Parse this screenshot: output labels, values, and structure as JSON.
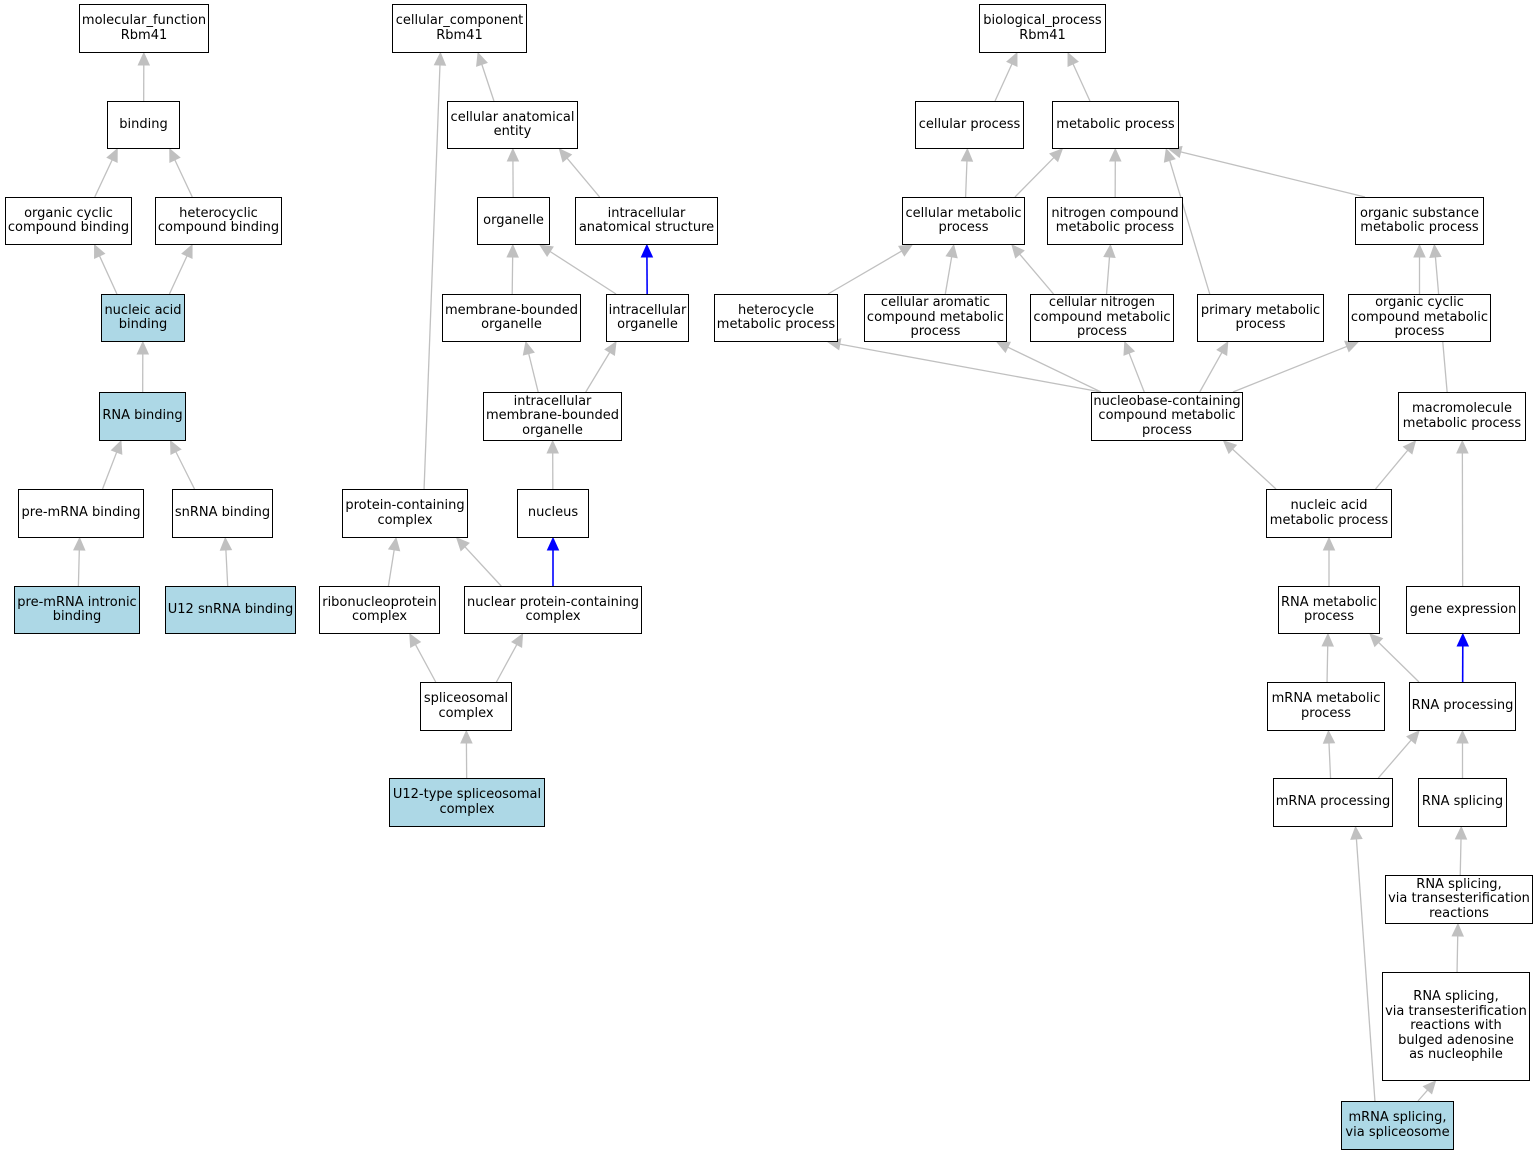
{
  "colors": {
    "edge": "#c0c0c0",
    "edge_part_of": "#0000ff",
    "annotated_fill": "#add8e6",
    "node_fill": "#ffffff",
    "border": "#000000"
  },
  "nodes": [
    {
      "id": "mf_root",
      "label": "molecular_function\nRbm41",
      "annotated": false
    },
    {
      "id": "binding",
      "label": "binding",
      "annotated": false
    },
    {
      "id": "ocb",
      "label": "organic cyclic\ncompound binding",
      "annotated": false
    },
    {
      "id": "hcb",
      "label": "heterocyclic\ncompound binding",
      "annotated": false
    },
    {
      "id": "nab",
      "label": "nucleic acid\nbinding",
      "annotated": true
    },
    {
      "id": "rnab",
      "label": "RNA binding",
      "annotated": true
    },
    {
      "id": "premb",
      "label": "pre-mRNA binding",
      "annotated": false
    },
    {
      "id": "snb",
      "label": "snRNA binding",
      "annotated": false
    },
    {
      "id": "premib",
      "label": "pre-mRNA intronic\nbinding",
      "annotated": true
    },
    {
      "id": "u12b",
      "label": "U12 snRNA binding",
      "annotated": true
    },
    {
      "id": "cc_root",
      "label": "cellular_component\nRbm41",
      "annotated": false
    },
    {
      "id": "cae",
      "label": "cellular anatomical\nentity",
      "annotated": false
    },
    {
      "id": "organelle",
      "label": "organelle",
      "annotated": false
    },
    {
      "id": "ias",
      "label": "intracellular\nanatomical structure",
      "annotated": false
    },
    {
      "id": "mbo",
      "label": "membrane-bounded\norganelle",
      "annotated": false
    },
    {
      "id": "io",
      "label": "intracellular\norganelle",
      "annotated": false
    },
    {
      "id": "imbo",
      "label": "intracellular\nmembrane-bounded\norganelle",
      "annotated": false
    },
    {
      "id": "nucleus",
      "label": "nucleus",
      "annotated": false
    },
    {
      "id": "pcc",
      "label": "protein-containing\ncomplex",
      "annotated": false
    },
    {
      "id": "rnpc",
      "label": "ribonucleoprotein\ncomplex",
      "annotated": false
    },
    {
      "id": "npcc",
      "label": "nuclear protein-containing\ncomplex",
      "annotated": false
    },
    {
      "id": "spc",
      "label": "spliceosomal\ncomplex",
      "annotated": false
    },
    {
      "id": "u12spc",
      "label": "U12-type spliceosomal\ncomplex",
      "annotated": true
    },
    {
      "id": "bp_root",
      "label": "biological_process\nRbm41",
      "annotated": false
    },
    {
      "id": "cp",
      "label": "cellular process",
      "annotated": false
    },
    {
      "id": "mp",
      "label": "metabolic process",
      "annotated": false
    },
    {
      "id": "cmp",
      "label": "cellular metabolic\nprocess",
      "annotated": false
    },
    {
      "id": "ncmp",
      "label": "nitrogen compound\nmetabolic process",
      "annotated": false
    },
    {
      "id": "osmp",
      "label": "organic substance\nmetabolic process",
      "annotated": false
    },
    {
      "id": "hmp",
      "label": "heterocycle\nmetabolic process",
      "annotated": false
    },
    {
      "id": "cacmp",
      "label": "cellular aromatic\ncompound metabolic\nprocess",
      "annotated": false
    },
    {
      "id": "cncmp",
      "label": "cellular nitrogen\ncompound metabolic\nprocess",
      "annotated": false
    },
    {
      "id": "pmp",
      "label": "primary metabolic\nprocess",
      "annotated": false
    },
    {
      "id": "occmp",
      "label": "organic cyclic\ncompound metabolic\nprocess",
      "annotated": false
    },
    {
      "id": "nbcmp",
      "label": "nucleobase-containing\ncompound metabolic\nprocess",
      "annotated": false
    },
    {
      "id": "mmp",
      "label": "macromolecule\nmetabolic process",
      "annotated": false
    },
    {
      "id": "namp",
      "label": "nucleic acid\nmetabolic process",
      "annotated": false
    },
    {
      "id": "rnamp",
      "label": "RNA metabolic\nprocess",
      "annotated": false
    },
    {
      "id": "ge",
      "label": "gene expression",
      "annotated": false
    },
    {
      "id": "mrnamp",
      "label": "mRNA metabolic\nprocess",
      "annotated": false
    },
    {
      "id": "rnap",
      "label": "RNA processing",
      "annotated": false
    },
    {
      "id": "mrnap",
      "label": "mRNA processing",
      "annotated": false
    },
    {
      "id": "rnas",
      "label": "RNA splicing",
      "annotated": false
    },
    {
      "id": "rnast",
      "label": "RNA splicing,\nvia transesterification\nreactions",
      "annotated": false
    },
    {
      "id": "rnastb",
      "label": "RNA splicing,\nvia transesterification\nreactions with\nbulged adenosine\nas nucleophile",
      "annotated": false
    },
    {
      "id": "mrnas",
      "label": "mRNA splicing,\nvia spliceosome",
      "annotated": true
    }
  ],
  "edges": [
    {
      "from": "binding",
      "to": "mf_root",
      "type": "is_a"
    },
    {
      "from": "ocb",
      "to": "binding",
      "type": "is_a"
    },
    {
      "from": "hcb",
      "to": "binding",
      "type": "is_a"
    },
    {
      "from": "nab",
      "to": "ocb",
      "type": "is_a"
    },
    {
      "from": "nab",
      "to": "hcb",
      "type": "is_a"
    },
    {
      "from": "rnab",
      "to": "nab",
      "type": "is_a"
    },
    {
      "from": "premb",
      "to": "rnab",
      "type": "is_a"
    },
    {
      "from": "snb",
      "to": "rnab",
      "type": "is_a"
    },
    {
      "from": "premib",
      "to": "premb",
      "type": "is_a"
    },
    {
      "from": "u12b",
      "to": "snb",
      "type": "is_a"
    },
    {
      "from": "cae",
      "to": "cc_root",
      "type": "is_a"
    },
    {
      "from": "pcc",
      "to": "cc_root",
      "type": "is_a"
    },
    {
      "from": "organelle",
      "to": "cae",
      "type": "is_a"
    },
    {
      "from": "ias",
      "to": "cae",
      "type": "is_a"
    },
    {
      "from": "mbo",
      "to": "organelle",
      "type": "is_a"
    },
    {
      "from": "io",
      "to": "organelle",
      "type": "is_a"
    },
    {
      "from": "io",
      "to": "ias",
      "type": "part_of"
    },
    {
      "from": "imbo",
      "to": "mbo",
      "type": "is_a"
    },
    {
      "from": "imbo",
      "to": "io",
      "type": "is_a"
    },
    {
      "from": "nucleus",
      "to": "imbo",
      "type": "is_a"
    },
    {
      "from": "rnpc",
      "to": "pcc",
      "type": "is_a"
    },
    {
      "from": "npcc",
      "to": "pcc",
      "type": "is_a"
    },
    {
      "from": "npcc",
      "to": "nucleus",
      "type": "part_of"
    },
    {
      "from": "spc",
      "to": "rnpc",
      "type": "is_a"
    },
    {
      "from": "spc",
      "to": "npcc",
      "type": "is_a"
    },
    {
      "from": "u12spc",
      "to": "spc",
      "type": "is_a"
    },
    {
      "from": "cp",
      "to": "bp_root",
      "type": "is_a"
    },
    {
      "from": "mp",
      "to": "bp_root",
      "type": "is_a"
    },
    {
      "from": "cmp",
      "to": "cp",
      "type": "is_a"
    },
    {
      "from": "cmp",
      "to": "mp",
      "type": "is_a"
    },
    {
      "from": "ncmp",
      "to": "mp",
      "type": "is_a"
    },
    {
      "from": "osmp",
      "to": "mp",
      "type": "is_a"
    },
    {
      "from": "pmp",
      "to": "mp",
      "type": "is_a"
    },
    {
      "from": "hmp",
      "to": "cmp",
      "type": "is_a"
    },
    {
      "from": "cacmp",
      "to": "cmp",
      "type": "is_a"
    },
    {
      "from": "cncmp",
      "to": "cmp",
      "type": "is_a"
    },
    {
      "from": "cncmp",
      "to": "ncmp",
      "type": "is_a"
    },
    {
      "from": "occmp",
      "to": "osmp",
      "type": "is_a"
    },
    {
      "from": "mmp",
      "to": "osmp",
      "type": "is_a"
    },
    {
      "from": "nbcmp",
      "to": "hmp",
      "type": "is_a"
    },
    {
      "from": "nbcmp",
      "to": "cacmp",
      "type": "is_a"
    },
    {
      "from": "nbcmp",
      "to": "cncmp",
      "type": "is_a"
    },
    {
      "from": "nbcmp",
      "to": "pmp",
      "type": "is_a"
    },
    {
      "from": "nbcmp",
      "to": "occmp",
      "type": "is_a"
    },
    {
      "from": "namp",
      "to": "nbcmp",
      "type": "is_a"
    },
    {
      "from": "namp",
      "to": "mmp",
      "type": "is_a"
    },
    {
      "from": "ge",
      "to": "mmp",
      "type": "is_a"
    },
    {
      "from": "rnamp",
      "to": "namp",
      "type": "is_a"
    },
    {
      "from": "mrnamp",
      "to": "rnamp",
      "type": "is_a"
    },
    {
      "from": "rnap",
      "to": "rnamp",
      "type": "is_a"
    },
    {
      "from": "rnap",
      "to": "ge",
      "type": "part_of"
    },
    {
      "from": "mrnap",
      "to": "mrnamp",
      "type": "is_a"
    },
    {
      "from": "mrnap",
      "to": "rnap",
      "type": "is_a"
    },
    {
      "from": "rnas",
      "to": "rnap",
      "type": "is_a"
    },
    {
      "from": "rnast",
      "to": "rnas",
      "type": "is_a"
    },
    {
      "from": "rnastb",
      "to": "rnast",
      "type": "is_a"
    },
    {
      "from": "mrnas",
      "to": "rnastb",
      "type": "is_a"
    },
    {
      "from": "mrnas",
      "to": "mrnap",
      "type": "is_a"
    }
  ]
}
